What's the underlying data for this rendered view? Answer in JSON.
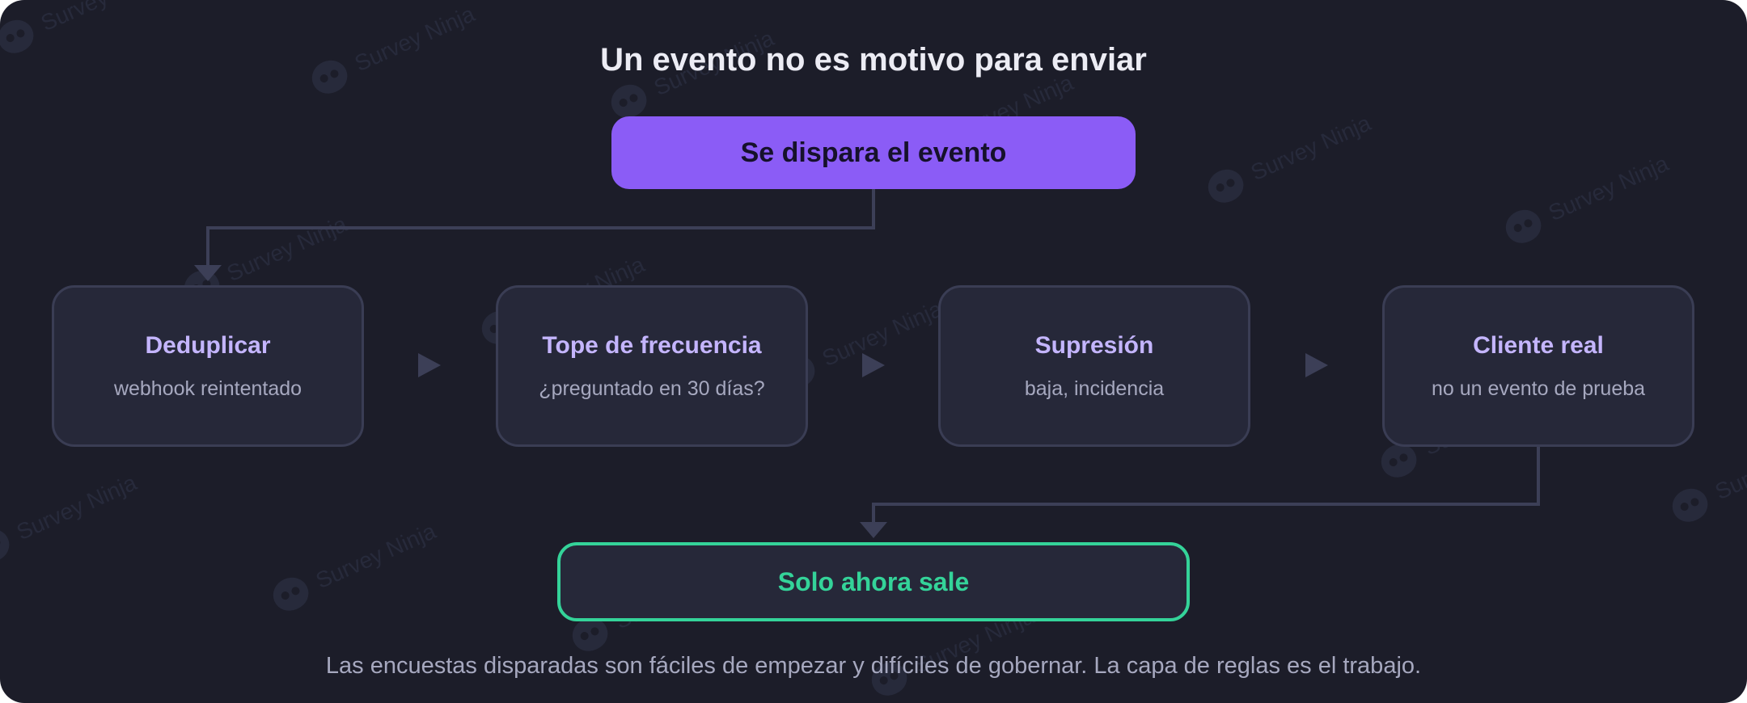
{
  "diagram": {
    "title": "Un evento no es motivo para enviar",
    "trigger": "Se dispara el evento",
    "steps": [
      {
        "title": "Deduplicar",
        "subtitle": "webhook reintentado"
      },
      {
        "title": "Tope de frecuencia",
        "subtitle": "¿preguntado en 30 días?"
      },
      {
        "title": "Supresión",
        "subtitle": "baja, incidencia"
      },
      {
        "title": "Cliente real",
        "subtitle": "no un evento de prueba"
      }
    ],
    "result": "Solo ahora sale",
    "caption": "Las encuestas disparadas son fáciles de empezar y difíciles de gobernar. La capa de reglas es el trabajo."
  },
  "watermark": {
    "text": "Survey Ninja",
    "icon": "ninja-logo-icon"
  },
  "colors": {
    "background": "#1c1d29",
    "card": "#262839",
    "card_border": "#3a3d54",
    "trigger": "#8b5cf6",
    "step_title": "#c4b5fd",
    "result_accent": "#34d399",
    "connector": "#3c3f57"
  }
}
